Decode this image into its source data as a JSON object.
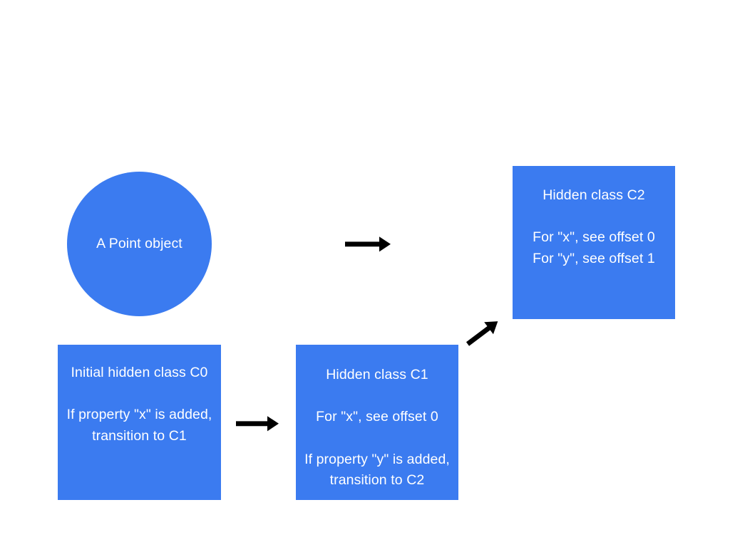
{
  "page": {
    "background_color": "#ffffff",
    "shape_fill_color": "#3b7bf0",
    "shape_text_color": "#ffffff",
    "arrow_color": "#000000"
  },
  "shapes": {
    "point_object": {
      "name": "A Point object",
      "text": "A Point object",
      "type": "ellipse"
    },
    "hidden_class_c0": {
      "name": "Initial hidden class C0",
      "text": "Initial hidden class C0\n\nIf property \"x\" is added, transition to C1",
      "type": "rectangle"
    },
    "hidden_class_c1": {
      "name": "Hidden class C1",
      "text": "Hidden class C1\n\nFor \"x\", see offset 0\n\nIf property \"y\" is added, transition to C2",
      "type": "rectangle"
    },
    "hidden_class_c2": {
      "name": "Hidden class C2",
      "text": "Hidden class C2\n\nFor \"x\", see offset 0\nFor \"y\", see offset 1",
      "type": "rectangle"
    }
  },
  "arrows": {
    "point_to_c2": {
      "label": "",
      "direction": "right",
      "from": "A Point object",
      "to": "Hidden class C2"
    },
    "c0_to_c1": {
      "label": "",
      "direction": "right",
      "from": "Initial hidden class C0",
      "to": "Hidden class C1"
    },
    "c1_to_c2": {
      "label": "",
      "direction": "up-right",
      "from": "Hidden class C1",
      "to": "Hidden class C2"
    }
  }
}
